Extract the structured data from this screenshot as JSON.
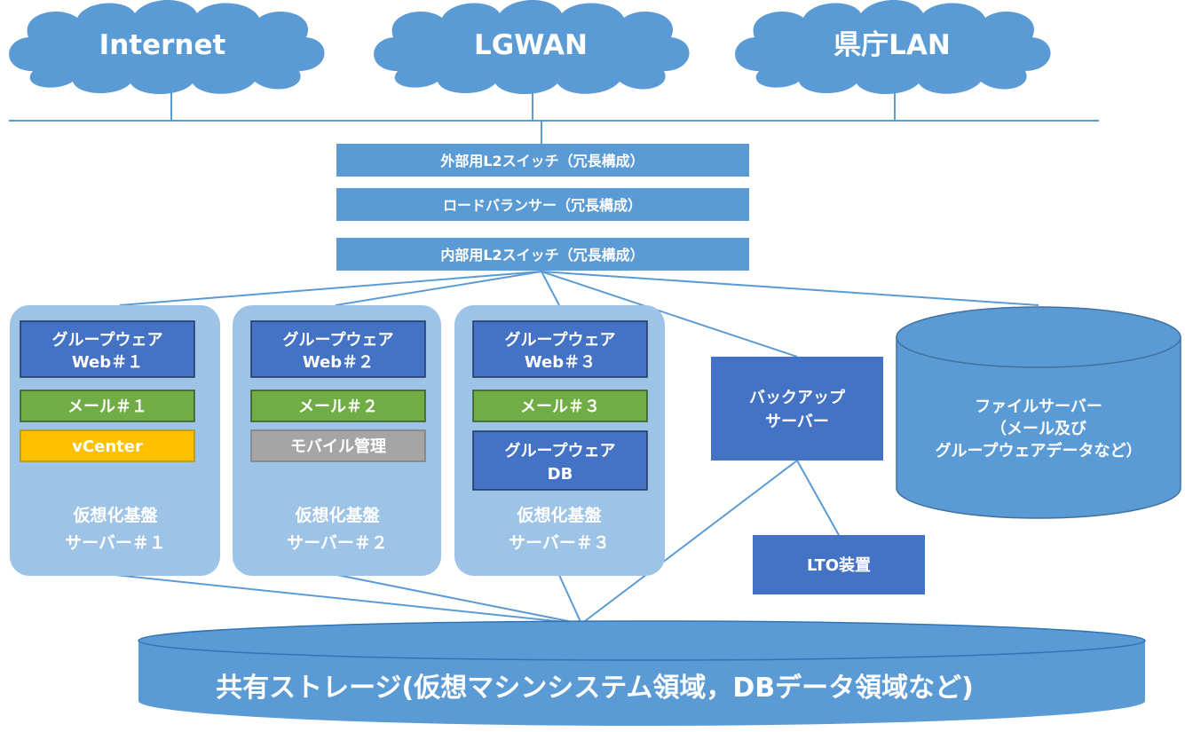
{
  "networks": [
    {
      "id": "internet",
      "label": "Internet"
    },
    {
      "id": "lgwan",
      "label": "LGWAN"
    },
    {
      "id": "pref_lan",
      "label": "県庁LAN"
    }
  ],
  "switch_stack": {
    "external_l2": "外部用L2スイッチ（冗長構成）",
    "load_balancer": "ロードバランサー（冗長構成）",
    "internal_l2": "内部用L2スイッチ（冗長構成）"
  },
  "hosts": [
    {
      "label_line1": "仮想化基盤",
      "label_line2": "サーバー＃１",
      "vms": [
        {
          "line1": "グループウェア",
          "line2": "Web＃１",
          "kind": "groupware"
        },
        {
          "line1": "メール＃１",
          "kind": "mail"
        },
        {
          "line1": "vCenter",
          "kind": "vcenter"
        }
      ]
    },
    {
      "label_line1": "仮想化基盤",
      "label_line2": "サーバー＃２",
      "vms": [
        {
          "line1": "グループウェア",
          "line2": "Web＃２",
          "kind": "groupware"
        },
        {
          "line1": "メール＃２",
          "kind": "mail"
        },
        {
          "line1": "モバイル管理",
          "kind": "mobile"
        }
      ]
    },
    {
      "label_line1": "仮想化基盤",
      "label_line2": "サーバー＃３",
      "vms": [
        {
          "line1": "グループウェア",
          "line2": "Web＃３",
          "kind": "groupware"
        },
        {
          "line1": "メール＃３",
          "kind": "mail"
        },
        {
          "line1": "グループウェア",
          "line2": "DB",
          "kind": "groupware"
        }
      ]
    }
  ],
  "backup_server": {
    "line1": "バックアップ",
    "line2": "サーバー"
  },
  "lto_device": {
    "label": "LTO装置"
  },
  "file_server": {
    "line1": "ファイルサーバー",
    "line2": "（メール及び",
    "line3": "グループウェアデータなど）"
  },
  "shared_storage": {
    "label": "共有ストレージ(仮想マシンシステム領域，DBデータ領域など)"
  },
  "colors": {
    "cloud": "#5b9bd5",
    "switch_bar": "#5b9bd5",
    "host_panel": "#9dc3e6",
    "groupware_vm": "#4472c4",
    "mail_vm": "#70ad47",
    "vcenter_vm": "#ffc000",
    "mobile_vm": "#a5a5a5",
    "line": "#5b9bd5",
    "storage": "#5b9bd5"
  }
}
